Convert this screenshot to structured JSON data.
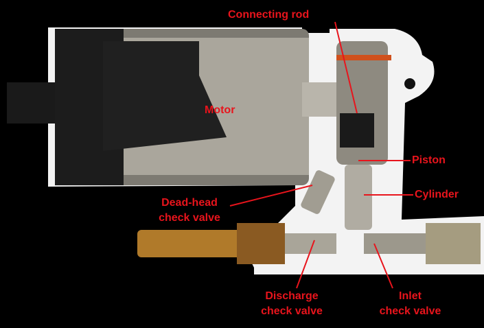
{
  "labels": {
    "connecting_rod": "Connecting rod",
    "motor": "Motor",
    "piston": "Piston",
    "cylinder": "Cylinder",
    "dead_head_line1": "Dead-head",
    "dead_head_line2": "check valve",
    "discharge_line1": "Discharge",
    "discharge_line2": "check valve",
    "inlet_line1": "Inlet",
    "inlet_line2": "check valve"
  },
  "colors": {
    "label": "#e8141c",
    "background": "#000000",
    "housing": "#f4f4f4"
  }
}
